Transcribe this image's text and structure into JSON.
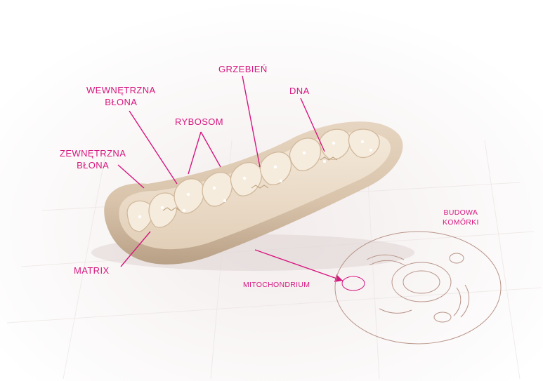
{
  "colors": {
    "accent": "#d6177f",
    "outer_membrane": "#d8c3aa",
    "inner_membrane": "#eee0cd",
    "cristae": "#f5eadb",
    "cell_outline": "#b89588"
  },
  "labels": {
    "grzebien": "GRZEBIEŃ",
    "wewnetrzna_line1": "WEWNĘTRZNA",
    "wewnetrzna_line2": "BŁONA",
    "rybosom": "RYBOSOM",
    "dna": "DNA",
    "zewnetrzna_line1": "ZEWNĘTRZNA",
    "zewnetrzna_line2": "BŁONA",
    "matrix": "MATRIX",
    "mitochondrium": "MITOCHONDRIUM",
    "budowa_line1": "BUDOWA",
    "budowa_line2": "KOMÓRKI"
  }
}
